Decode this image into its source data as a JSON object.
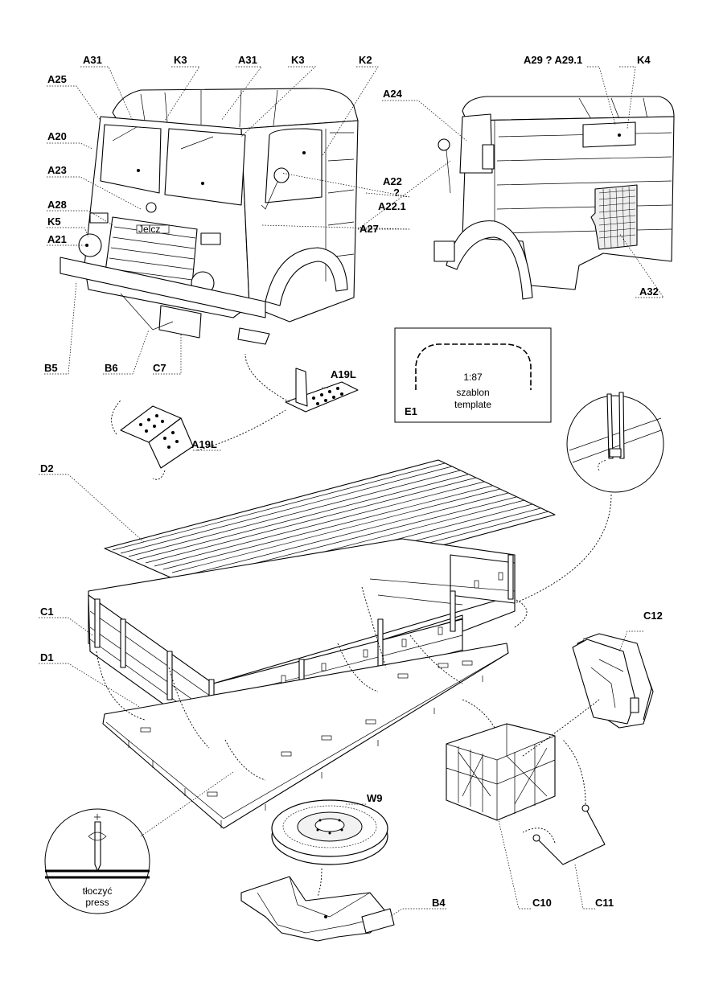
{
  "labels": {
    "A31_a": "A31",
    "K3_a": "K3",
    "A31_b": "A31",
    "K3_b": "K3",
    "K2": "K2",
    "A25": "A25",
    "A20": "A20",
    "A23": "A23",
    "A28": "A28",
    "K5": "K5",
    "A21": "A21",
    "A24": "A24",
    "A22": "A22",
    "A22_q": "?",
    "A22_1": "A22.1",
    "A27": "A27",
    "A29": "A29 ? A29.1",
    "K4": "K4",
    "A32": "A32",
    "B5": "B5",
    "B6": "B6",
    "C7": "C7",
    "A19L_a": "A19L",
    "A19L_b": "A19L",
    "E1": "E1",
    "D2": "D2",
    "C1": "C1",
    "C12": "C12",
    "D1": "D1",
    "W9": "W9",
    "B4": "B4",
    "C10": "C10",
    "C11": "C11"
  },
  "template_box": {
    "scale": "1:87",
    "line1": "szablon",
    "line2": "template"
  },
  "press_box": {
    "line1": "tłoczyć",
    "line2": "press"
  },
  "cab_grille_badge": "Jelcz"
}
